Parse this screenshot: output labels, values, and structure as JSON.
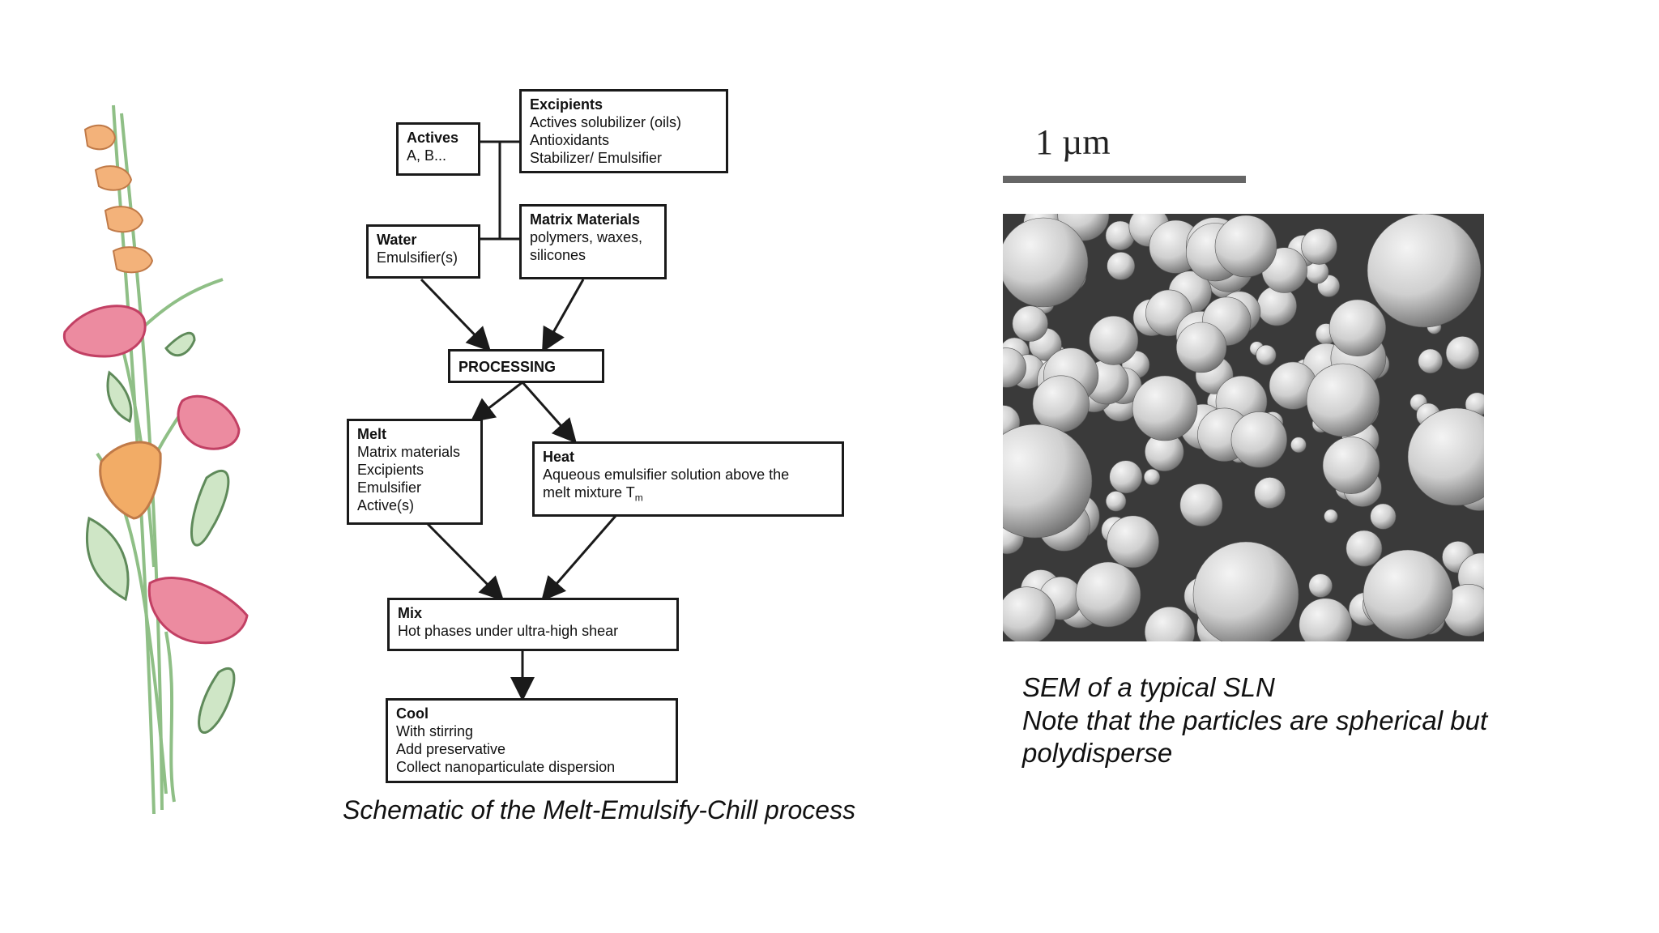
{
  "flowchart": {
    "actives": {
      "title": "Actives",
      "lines": [
        "A, B..."
      ]
    },
    "excipients": {
      "title": "Excipients",
      "lines": [
        "Actives solubilizer (oils)",
        "Antioxidants",
        "Stabilizer/ Emulsifier"
      ]
    },
    "water": {
      "title": "Water",
      "lines": [
        "Emulsifier(s)"
      ]
    },
    "matrix": {
      "title": "Matrix Materials",
      "lines": [
        "polymers, waxes,",
        "silicones"
      ]
    },
    "processing": {
      "title": "PROCESSING"
    },
    "melt": {
      "title": "Melt",
      "lines": [
        "Matrix materials",
        "Excipients",
        "Emulsifier",
        "Active(s)"
      ]
    },
    "heat": {
      "title": "Heat",
      "lines": [
        "Aqueous emulsifier solution above the",
        "melt mixture T",
        "m"
      ]
    },
    "mix": {
      "title": "Mix",
      "lines": [
        "Hot phases under ultra-high shear"
      ]
    },
    "cool": {
      "title": "Cool",
      "lines": [
        "With stirring",
        "Add preservative",
        "Collect nanoparticulate dispersion"
      ]
    }
  },
  "captions": {
    "schematic": "Schematic of the Melt-Emulsify-Chill process",
    "sem_line1": "SEM of a typical SLN",
    "sem_line2": "Note that the particles are spherical but",
    "sem_line3": "polydisperse"
  },
  "sem_image": {
    "scale_label": "1 µm"
  },
  "colors": {
    "flower_pink": "#e0607e",
    "flower_orange": "#f0a860",
    "leaf_green": "#6f9f66",
    "box_border": "#1a1a1a"
  }
}
